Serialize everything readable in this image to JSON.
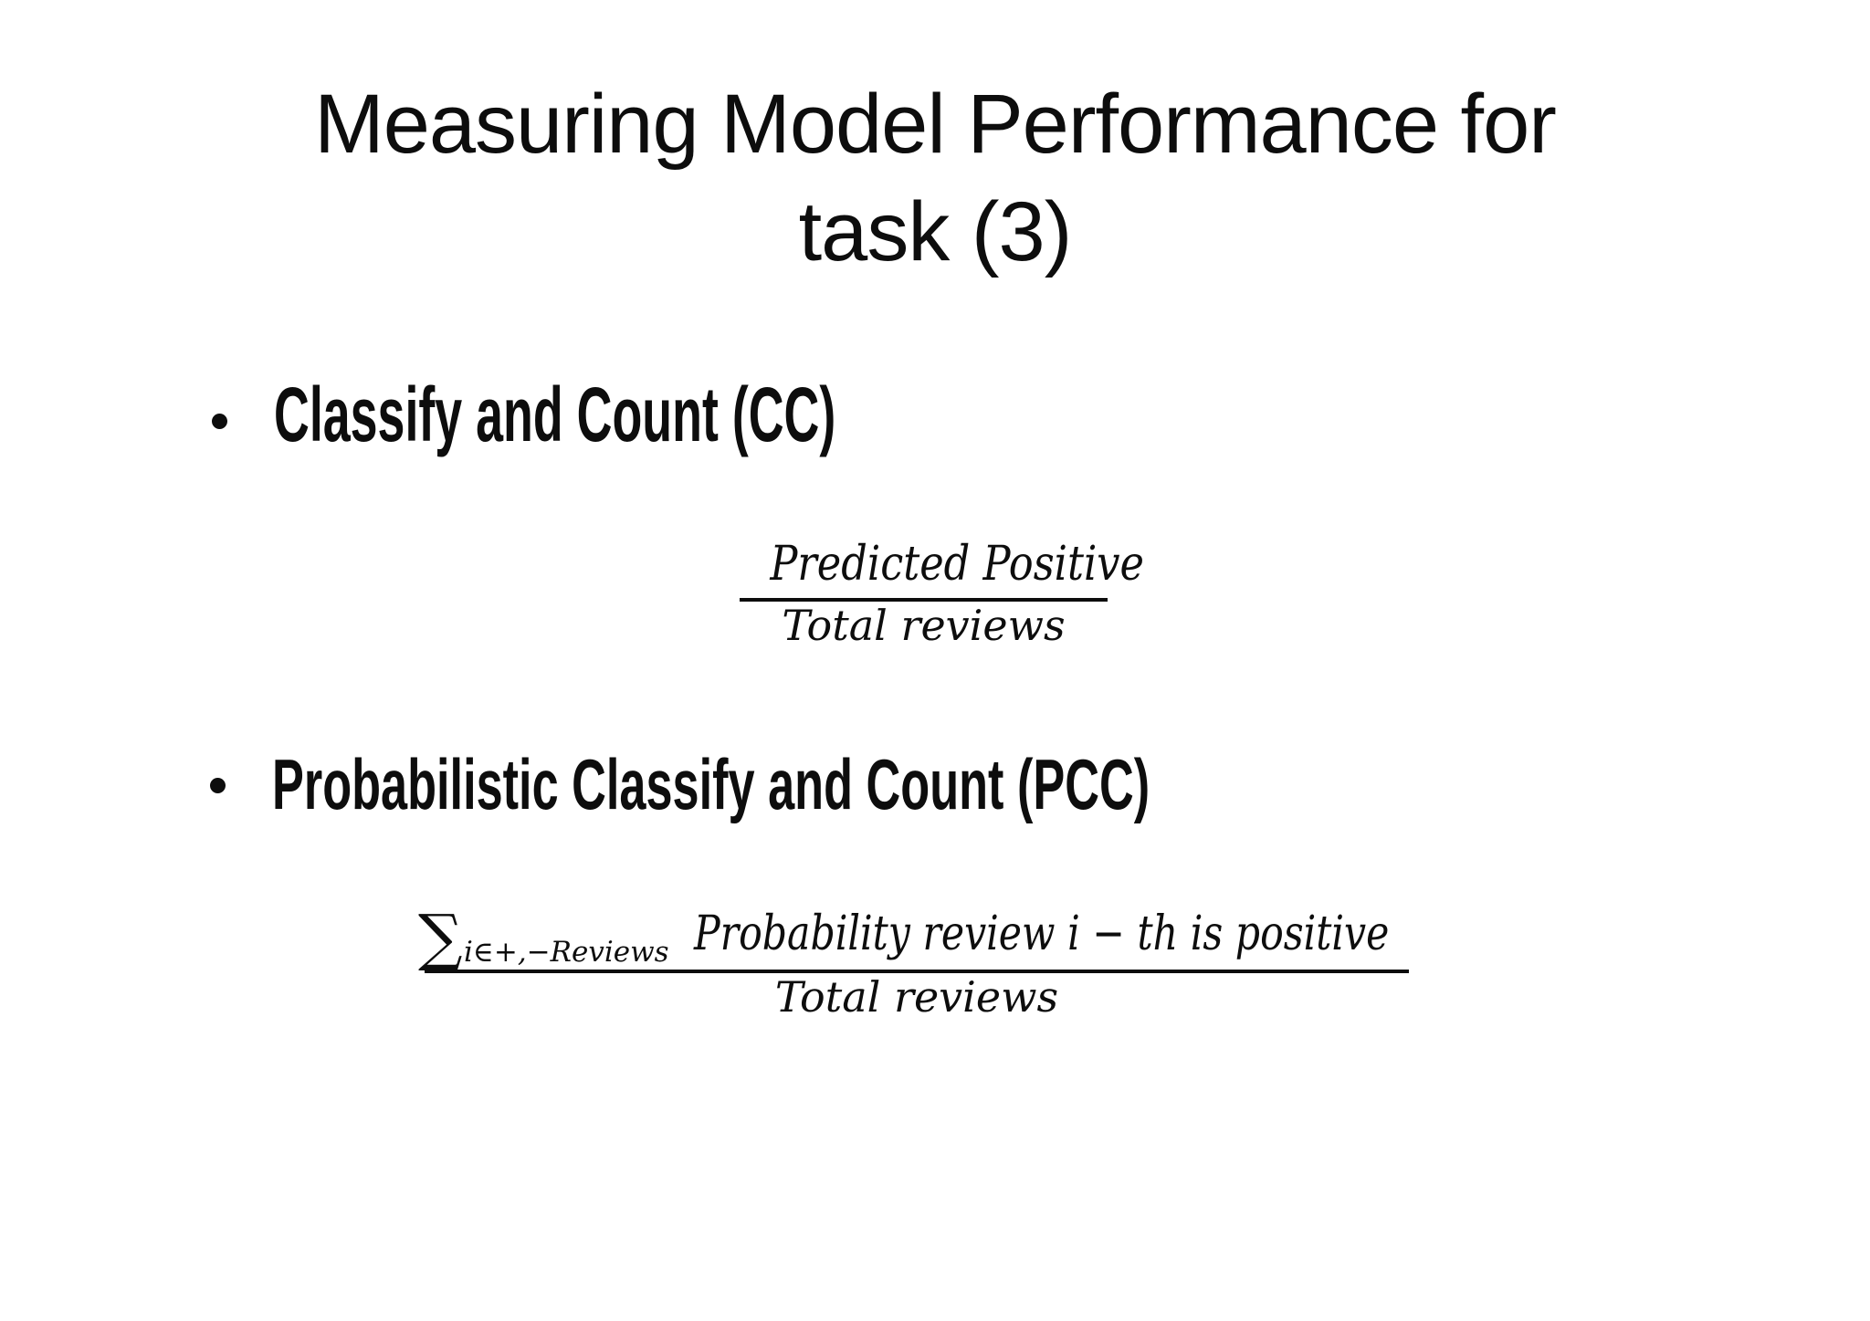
{
  "slide": {
    "colors": {
      "background": "#ffffff",
      "text": "#0d0d0d"
    },
    "title": {
      "line1": "Measuring Model Performance for",
      "line2": "task (3)"
    },
    "bullets": [
      {
        "marker": "•",
        "label": "Classify and Count (CC)"
      },
      {
        "marker": "•",
        "label": "Probabilistic Classify and Count (PCC)"
      }
    ],
    "formulas": [
      {
        "numerator": "Predicted Positive",
        "denominator": "Total reviews"
      },
      {
        "sum_symbol": "∑",
        "sum_subscript": "i∈+,−Reviews",
        "numerator": "Probability review i − th is positive",
        "denominator": "Total reviews"
      }
    ]
  }
}
